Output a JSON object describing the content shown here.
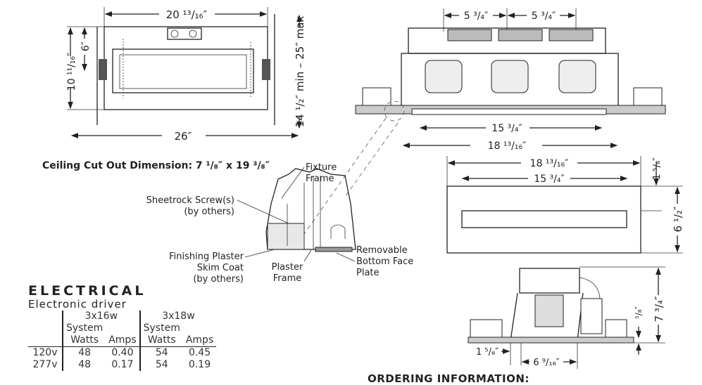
{
  "plan_view": {
    "width_dim": "20 ¹³/₁₆″",
    "overall_dim": "26″",
    "height_dim": "10 ¹¹/₁₆″",
    "offset_dim": "6″",
    "joist_dim": "14 ¹/₂″ min – 25″ max"
  },
  "cutout": "Ceiling Cut Out Dimension: 7 ¹/₈″ x 19 ³/₈″",
  "side_view": {
    "spacing_1": "5 ³/₄″",
    "spacing_2": "5 ³/₄″",
    "inner_dim": "15 ³/₄″",
    "outer_dim": "18 ¹³/₁₆″"
  },
  "detail": {
    "fixture_frame": [
      "Fixture",
      "Frame"
    ],
    "sheetrock": [
      "Sheetrock Screw(s)",
      "(by others)"
    ],
    "plaster": [
      "Finishing Plaster",
      "Skim Coat",
      "(by others)"
    ],
    "plaster_frame": [
      "Plaster",
      "Frame"
    ],
    "face_plate": [
      "Removable",
      "Bottom Face",
      "Plate"
    ]
  },
  "face_view": {
    "outer_dim": "18 ¹³/₁₆″",
    "inner_dim": "15 ³/₄″",
    "lip_dim": "1 ⁵/₈″",
    "height_dim": "6 ¹/₂″"
  },
  "end_view": {
    "height_dim": "7 ³/₄″",
    "flange_dim": "⁵/₈″",
    "offset_dim": "1 ⁵/₈″",
    "width_dim": "6 ⁹/₁₆″"
  },
  "electrical": {
    "title": "ELECTRICAL",
    "subtitle": "Electronic driver",
    "groups": [
      "3x16w",
      "3x18w"
    ],
    "col_system": "System",
    "col_watts": "Watts",
    "col_amps": "Amps",
    "rows": [
      {
        "voltage": "120v",
        "w1": "48",
        "a1": "0.40",
        "w2": "54",
        "a2": "0.45"
      },
      {
        "voltage": "277v",
        "w1": "48",
        "a1": "0.17",
        "w2": "54",
        "a2": "0.19"
      }
    ]
  },
  "ordering": "ORDERING INFORMATION:"
}
